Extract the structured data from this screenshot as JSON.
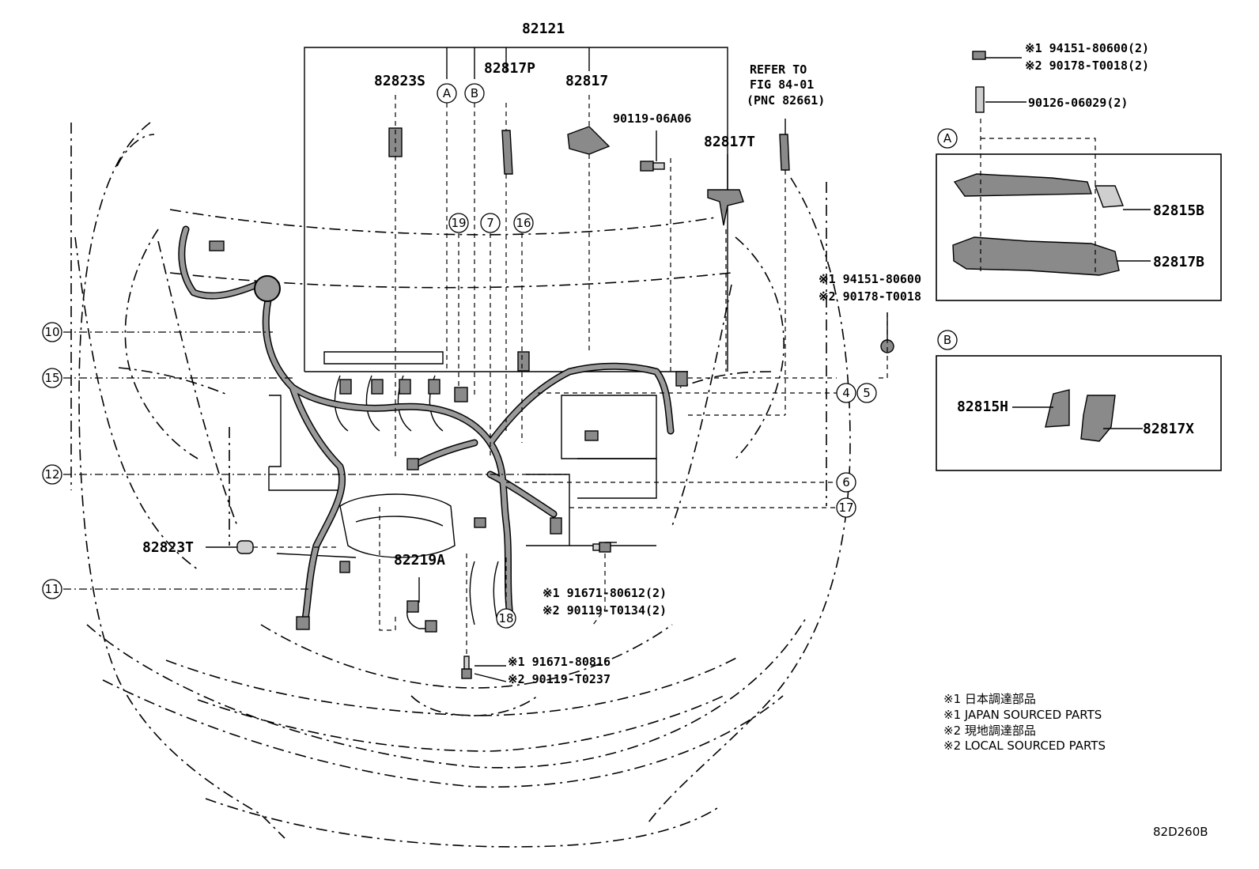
{
  "diagram": {
    "code": "82D260B",
    "labels": {
      "p82121": "82121",
      "p82823S": "82823S",
      "p82817P": "82817P",
      "p82817": "82817",
      "p82817T": "82817T",
      "refer1": "REFER TO",
      "refer2": "FIG 84-01",
      "refer3": "(PNC 82661)",
      "p90119_06A06": "90119-06A06",
      "p82823T": "82823T",
      "p82219A": "82219A",
      "p82815B": "82815B",
      "p82817B": "82817B",
      "p82815H": "82815H",
      "p82817X": "82817X",
      "top1": "※1 94151-80600(2)",
      "top2": "※2 90178-T0018(2)",
      "top3": "90126-06029(2)",
      "mid1": "※1 94151-80600",
      "mid2": "※2 90178-T0018",
      "low1": "※1 91671-80612(2)",
      "low2": "※2 90119-T0134(2)",
      "bot1": "※1 91671-80816",
      "bot2": "※2 90119-T0237"
    },
    "circles": {
      "A": "A",
      "B": "B",
      "c19": "19",
      "c7": "7",
      "c16": "16",
      "c10": "10",
      "c15": "15",
      "c12": "12",
      "c11": "11",
      "c4": "4",
      "c5": "5",
      "c6": "6",
      "c17": "17",
      "c18": "18",
      "boxA": "A",
      "boxB": "B"
    },
    "legend": [
      "※1 日本調達部品",
      "※1 JAPAN SOURCED PARTS",
      "※2 現地調達部品",
      "※2 LOCAL SOURCED PARTS"
    ]
  }
}
